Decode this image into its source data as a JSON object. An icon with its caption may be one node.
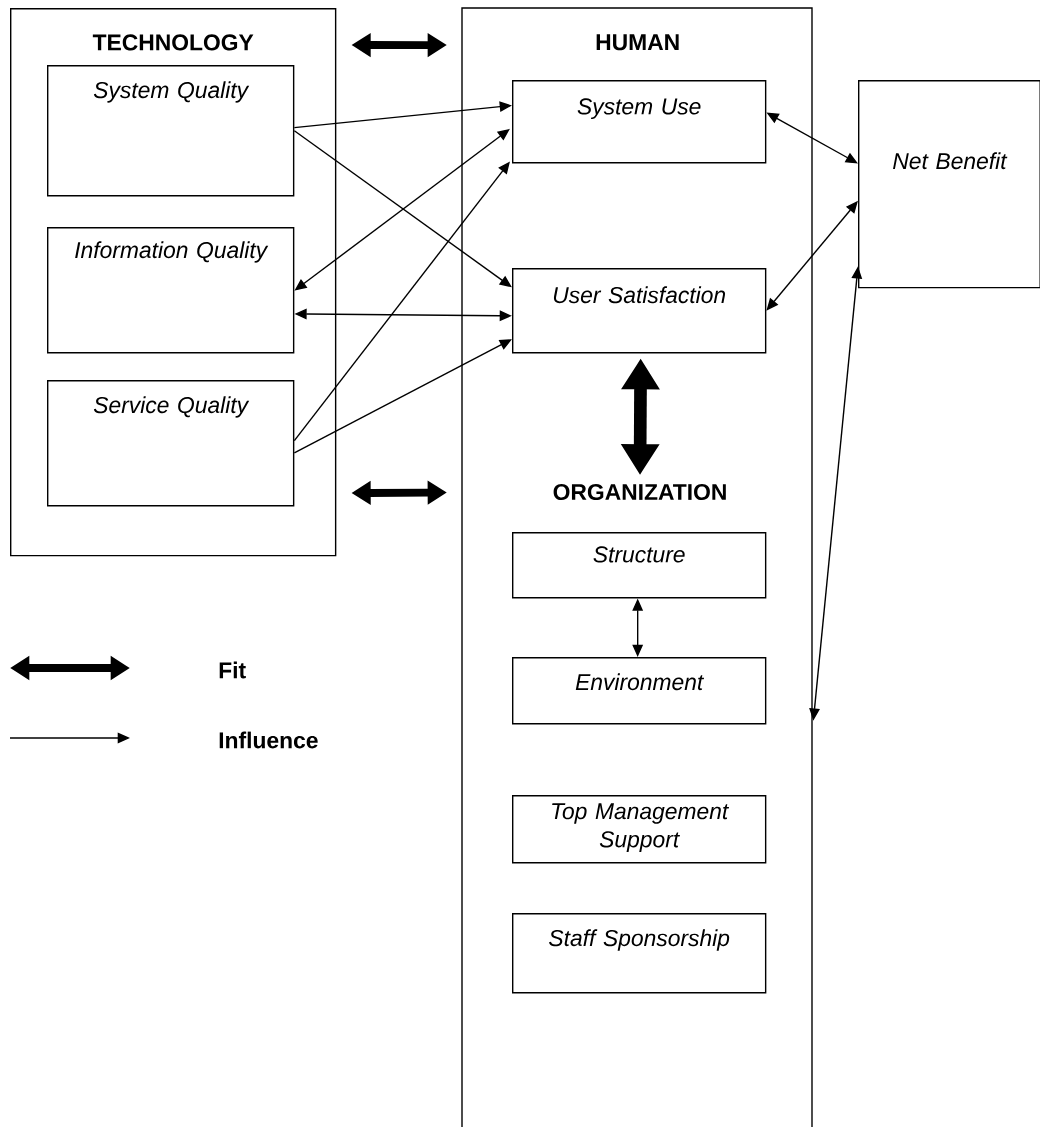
{
  "diagram": {
    "nodes": [
      {
        "text": [
          "TECHNOLOGY"
        ]
      },
      {
        "text": [
          "System Quality"
        ],
        "in": 0
      },
      {
        "text": [
          "Information Quality"
        ],
        "in": 0
      },
      {
        "text": [
          "Service Quality"
        ],
        "in": 0
      },
      {
        "text": [
          "HUMAN"
        ]
      },
      {
        "text": [
          "System Use"
        ],
        "in": 4
      },
      {
        "text": [
          "User Satisfaction"
        ],
        "in": 4
      },
      {
        "text": [
          "ORGANIZATION"
        ],
        "in": 4
      },
      {
        "text": [
          "Structure"
        ],
        "in": 4
      },
      {
        "text": [
          "Environment"
        ],
        "in": 4
      },
      {
        "text": [
          "Top Management Support"
        ],
        "in": 4
      },
      {
        "text": [
          "Staff Sponsorship"
        ],
        "in": 4
      },
      {
        "text": [
          "Net Benefit"
        ]
      }
    ],
    "edges": [
      {
        "from": 1,
        "to": 5,
        "arrow": "to"
      },
      {
        "from": 1,
        "to": 6,
        "arrow": "to"
      },
      {
        "from": 2,
        "to": 5,
        "arrow": "both"
      },
      {
        "from": 2,
        "to": 6,
        "arrow": "both"
      },
      {
        "from": 3,
        "to": 5,
        "arrow": "to"
      },
      {
        "from": 3,
        "to": 6,
        "arrow": "to"
      },
      {
        "from": 5,
        "to": 12,
        "arrow": "both"
      },
      {
        "from": 6,
        "to": 12,
        "arrow": "both"
      },
      {
        "from": 12,
        "to": 4,
        "arrow": "both"
      },
      {
        "from": 8,
        "to": 9,
        "arrow": "both"
      },
      {
        "from": 0,
        "to": 4,
        "arrow": "both",
        "style": "thick"
      },
      {
        "from": 0,
        "to": 4,
        "arrow": "both",
        "style": "thick"
      },
      {
        "from": 6,
        "to": 7,
        "arrow": "both",
        "style": "thick"
      }
    ],
    "legend": [
      {
        "text": "Fit"
      },
      {
        "text": "Influence"
      }
    ]
  }
}
